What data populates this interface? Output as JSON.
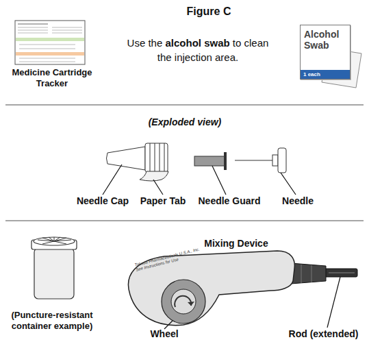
{
  "diagram": {
    "title": "Figure C",
    "nodes": [
      {
        "text": [
          "Alcohol Swab",
          "1 each"
        ]
      }
    ],
    "labels": [
      "Medicine Cartridge Tracker",
      "Use the",
      "alcohol swab",
      "to clean the injection area.",
      "(Exploded view)",
      "Needle Cap",
      "Paper Tab",
      "Needle Guard",
      "Needle",
      "(Puncture-resistant container example)",
      "Mixing Device",
      "Wheel",
      "Rod (extended)",
      "Takeda Pharmaceuticals U.S.A., Inc.",
      "See Instructions for Use"
    ]
  }
}
